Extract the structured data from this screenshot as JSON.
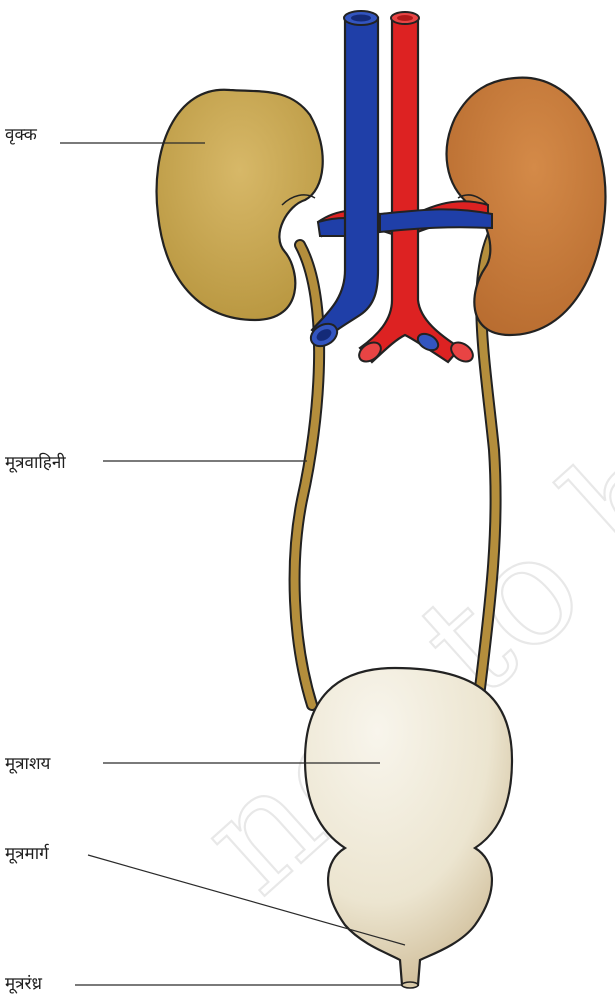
{
  "labels": {
    "kidney": "वृक्क",
    "ureter": "मूत्रवाहिनी",
    "bladder": "मूत्राशय",
    "urethra": "मूत्रमार्ग",
    "urethral_opening": "मूत्ररंध्र"
  },
  "watermark": "not to be © NC",
  "colors": {
    "left_kidney": "#c2a04d",
    "right_kidney": "#c67a3c",
    "vein": "#1f3fa8",
    "artery": "#dd2222",
    "ureter": "#b48e3c",
    "bladder": "#ede6d3",
    "outline": "#222222"
  }
}
